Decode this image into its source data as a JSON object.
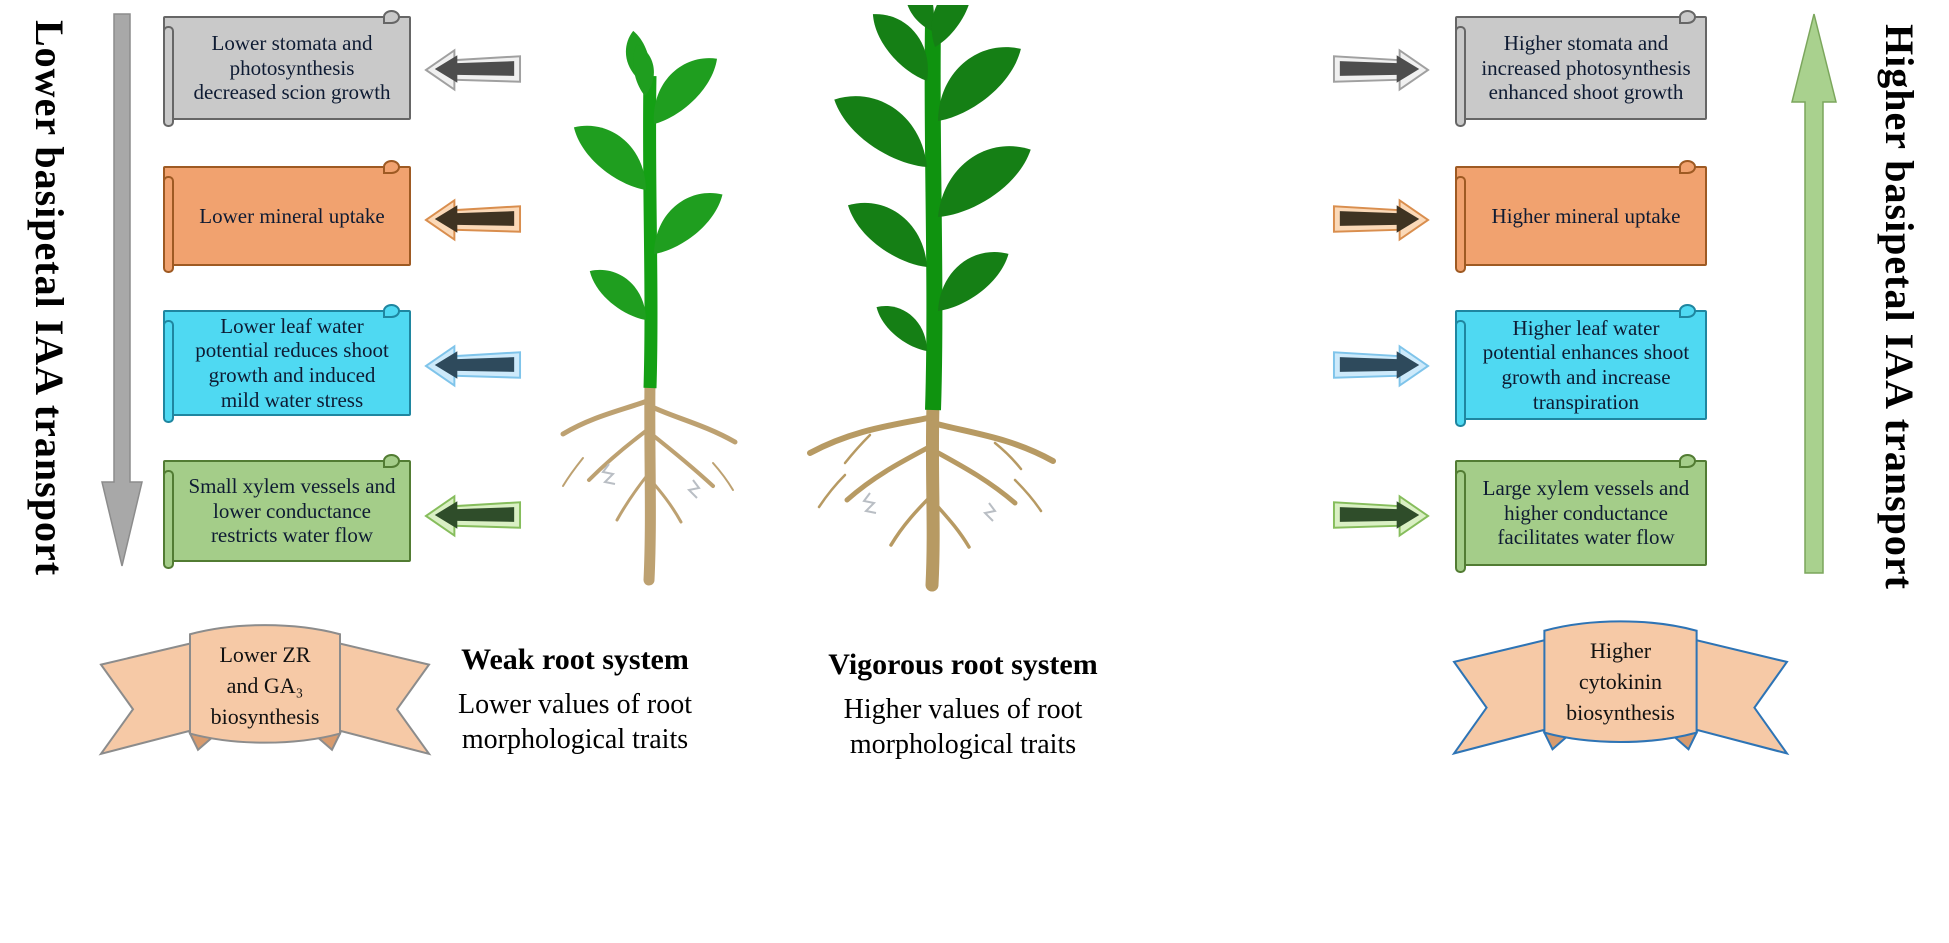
{
  "left_column": {
    "axis_label": "Lower basipetal IAA transport",
    "axis_arrow_color": "#a8a8a8",
    "boxes": [
      {
        "text": "Lower stomata and photosynthesis decreased scion growth",
        "color": "#c9c9c9"
      },
      {
        "text": "Lower mineral uptake",
        "color": "#f1a26f"
      },
      {
        "text": "Lower leaf water potential reduces shoot growth and induced mild water stress",
        "color": "#4fd9f2"
      },
      {
        "text": "Small xylem vessels and lower conductance restricts water flow",
        "color": "#a4cd89"
      }
    ],
    "ribbon": {
      "lines": [
        "Lower ZR",
        "and GA₃",
        "biosynthesis"
      ],
      "color": "#f6c9a6"
    }
  },
  "right_column": {
    "axis_label": "Higher basipetal IAA transport",
    "axis_arrow_color": "#a9d18e",
    "boxes": [
      {
        "text": "Higher stomata and increased photosynthesis enhanced shoot growth",
        "color": "#c9c9c9"
      },
      {
        "text": "Higher mineral uptake",
        "color": "#f1a26f"
      },
      {
        "text": "Higher leaf water potential enhances shoot growth and increase transpiration",
        "color": "#4fd9f2"
      },
      {
        "text": "Large xylem vessels and higher conductance facilitates water flow",
        "color": "#a4cd89"
      }
    ],
    "ribbon": {
      "lines": [
        "Higher",
        "cytokinin",
        "biosynthesis"
      ],
      "color": "#f6c9a6"
    }
  },
  "center": {
    "weak": {
      "title": "Weak root system",
      "subtitle": "Lower values of root morphological traits"
    },
    "vigorous": {
      "title": "Vigorous root system",
      "subtitle": "Higher values of root morphological traits"
    }
  }
}
